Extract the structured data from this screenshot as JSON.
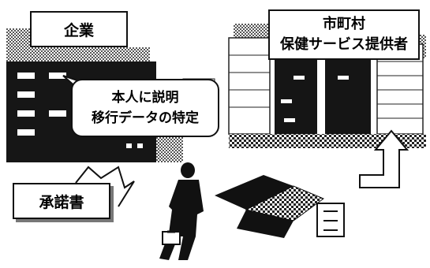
{
  "diagram": {
    "company_label": "企業",
    "municipality_label_line1": "市町村",
    "municipality_label_line2": "保健サービス提供者",
    "explain_line1": "本人に説明",
    "explain_line2": "移行データの特定",
    "consent_label": "承諾書"
  }
}
